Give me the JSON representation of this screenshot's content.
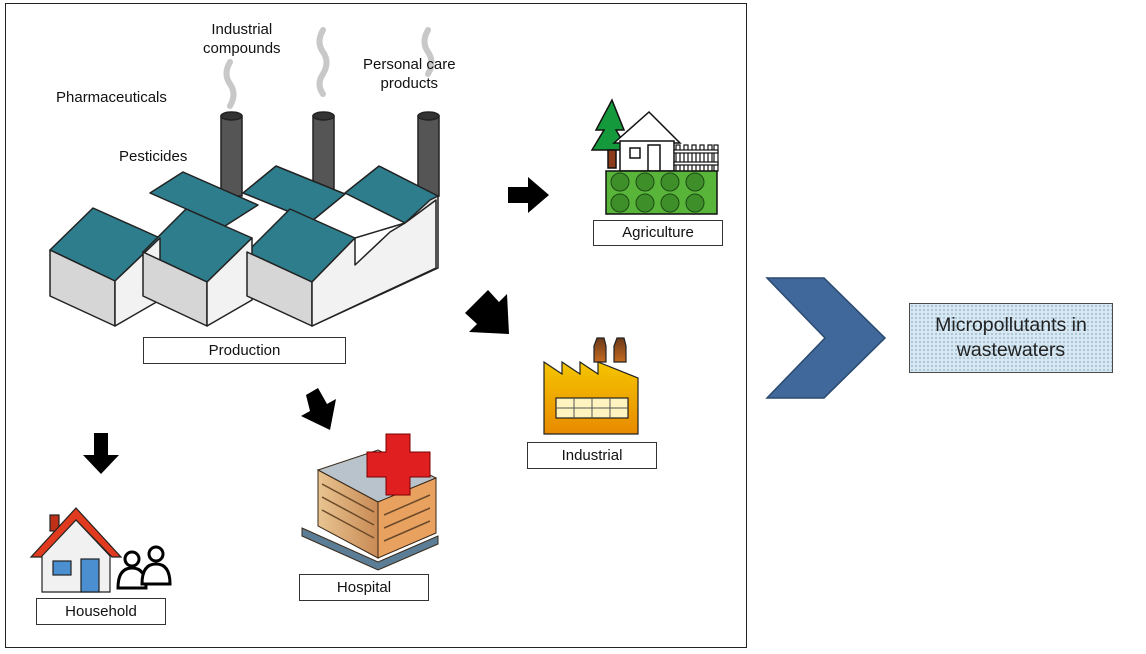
{
  "sources": {
    "industrial_compounds": "Industrial\ncompounds",
    "pharmaceuticals": "Pharmaceuticals",
    "personal_care": "Personal care\nproducts",
    "pesticides": "Pesticides"
  },
  "boxes": {
    "production": "Production",
    "agriculture": "Agriculture",
    "industrial": "Industrial",
    "hospital": "Hospital",
    "household": "Household"
  },
  "result": "Micropollutants in\nwastewaters",
  "colors": {
    "roof": "#2e7d8c",
    "chevron": "#41689a",
    "hospital_cross": "#e02020",
    "house_roof": "#e03b1e",
    "tree": "#149a3c"
  }
}
